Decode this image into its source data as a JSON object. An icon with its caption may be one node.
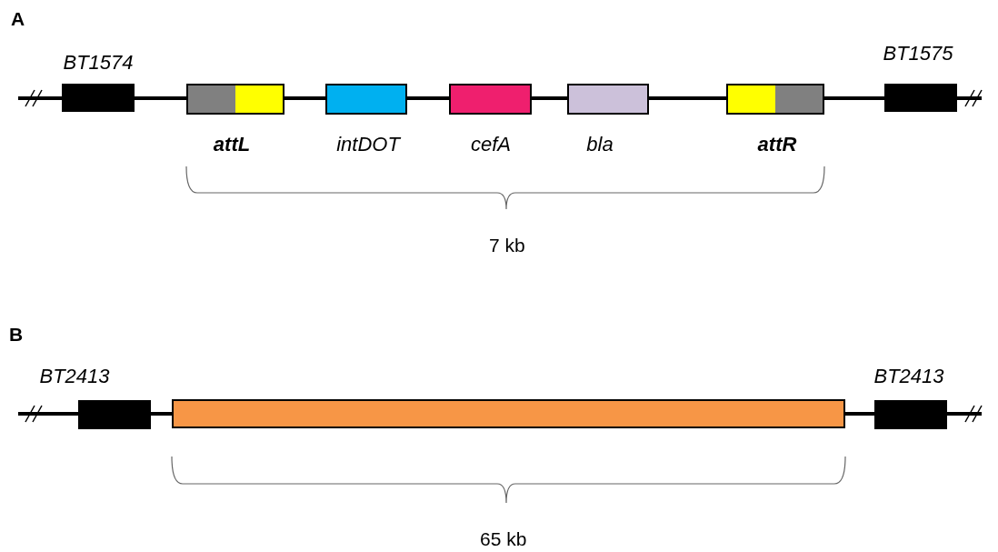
{
  "diagram": {
    "nodes": [
      {
        "text": [],
        "shape": "box",
        "beside": [
          "BT1574"
        ]
      },
      {
        "text": [],
        "shape": "box",
        "beside": [
          "attL"
        ]
      },
      {
        "text": [],
        "shape": "box",
        "beside": [
          "intDOT"
        ]
      },
      {
        "text": [],
        "shape": "box",
        "beside": [
          "cefA"
        ]
      },
      {
        "text": [],
        "shape": "box",
        "beside": [
          "bla"
        ]
      },
      {
        "text": [],
        "shape": "box",
        "beside": [
          "attR"
        ]
      },
      {
        "text": [],
        "shape": "box",
        "beside": [
          "BT1575"
        ]
      },
      {
        "text": [],
        "shape": "box",
        "beside": [
          "BT2413"
        ]
      },
      {
        "text": [],
        "shape": "box"
      },
      {
        "text": [],
        "shape": "box",
        "beside": [
          "BT2413"
        ]
      }
    ],
    "labels": [
      "A",
      "7 kb",
      "B",
      "65 kb"
    ]
  }
}
